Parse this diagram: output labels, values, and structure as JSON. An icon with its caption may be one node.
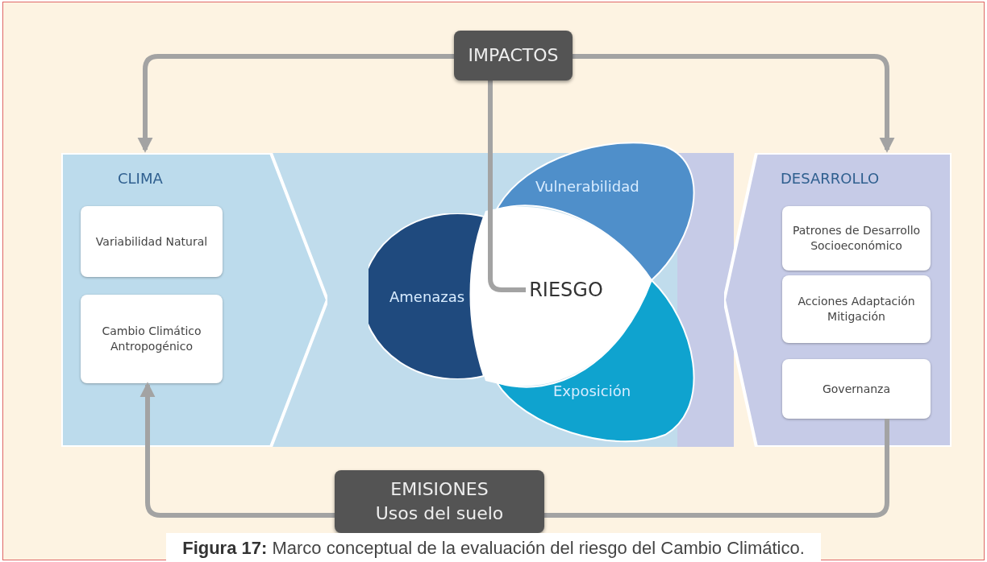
{
  "diagram": {
    "caption": "**Figura 17:** Marco conceptual de la evaluación del riesgo del Cambio Climático.",
    "nodes": [
      {
        "text": [
          "IMPACTOS"
        ]
      },
      {
        "text": [
          "CLIMA"
        ]
      },
      {
        "text": [
          "Variabilidad Natural"
        ],
        "in": 1
      },
      {
        "text": [
          "Cambio Climático Antropogénico"
        ],
        "in": 1
      },
      {
        "text": [
          "Amenazas"
        ]
      },
      {
        "text": [
          "Vulnerabilidad"
        ]
      },
      {
        "text": [
          "RIESGO"
        ]
      },
      {
        "text": [
          "Exposición"
        ]
      },
      {
        "text": [
          "DESARROLLO"
        ]
      },
      {
        "text": [
          "Patrones de Desarrollo Socioeconómico"
        ],
        "in": 8
      },
      {
        "text": [
          "Acciones Adaptación Mitigación"
        ],
        "in": 8
      },
      {
        "text": [
          "Governanza"
        ],
        "in": 8
      },
      {
        "text": [
          "EMISIONES",
          "Usos del suelo"
        ]
      }
    ],
    "edges": [
      {
        "from": 0,
        "to": 1,
        "arrow": "to"
      },
      {
        "from": 0,
        "to": 8,
        "arrow": "to"
      },
      {
        "from": 0,
        "to": 6,
        "arrow": "none"
      },
      {
        "from": 11,
        "to": 12,
        "arrow": "none"
      },
      {
        "from": 12,
        "to": 3,
        "arrow": "to"
      }
    ]
  }
}
